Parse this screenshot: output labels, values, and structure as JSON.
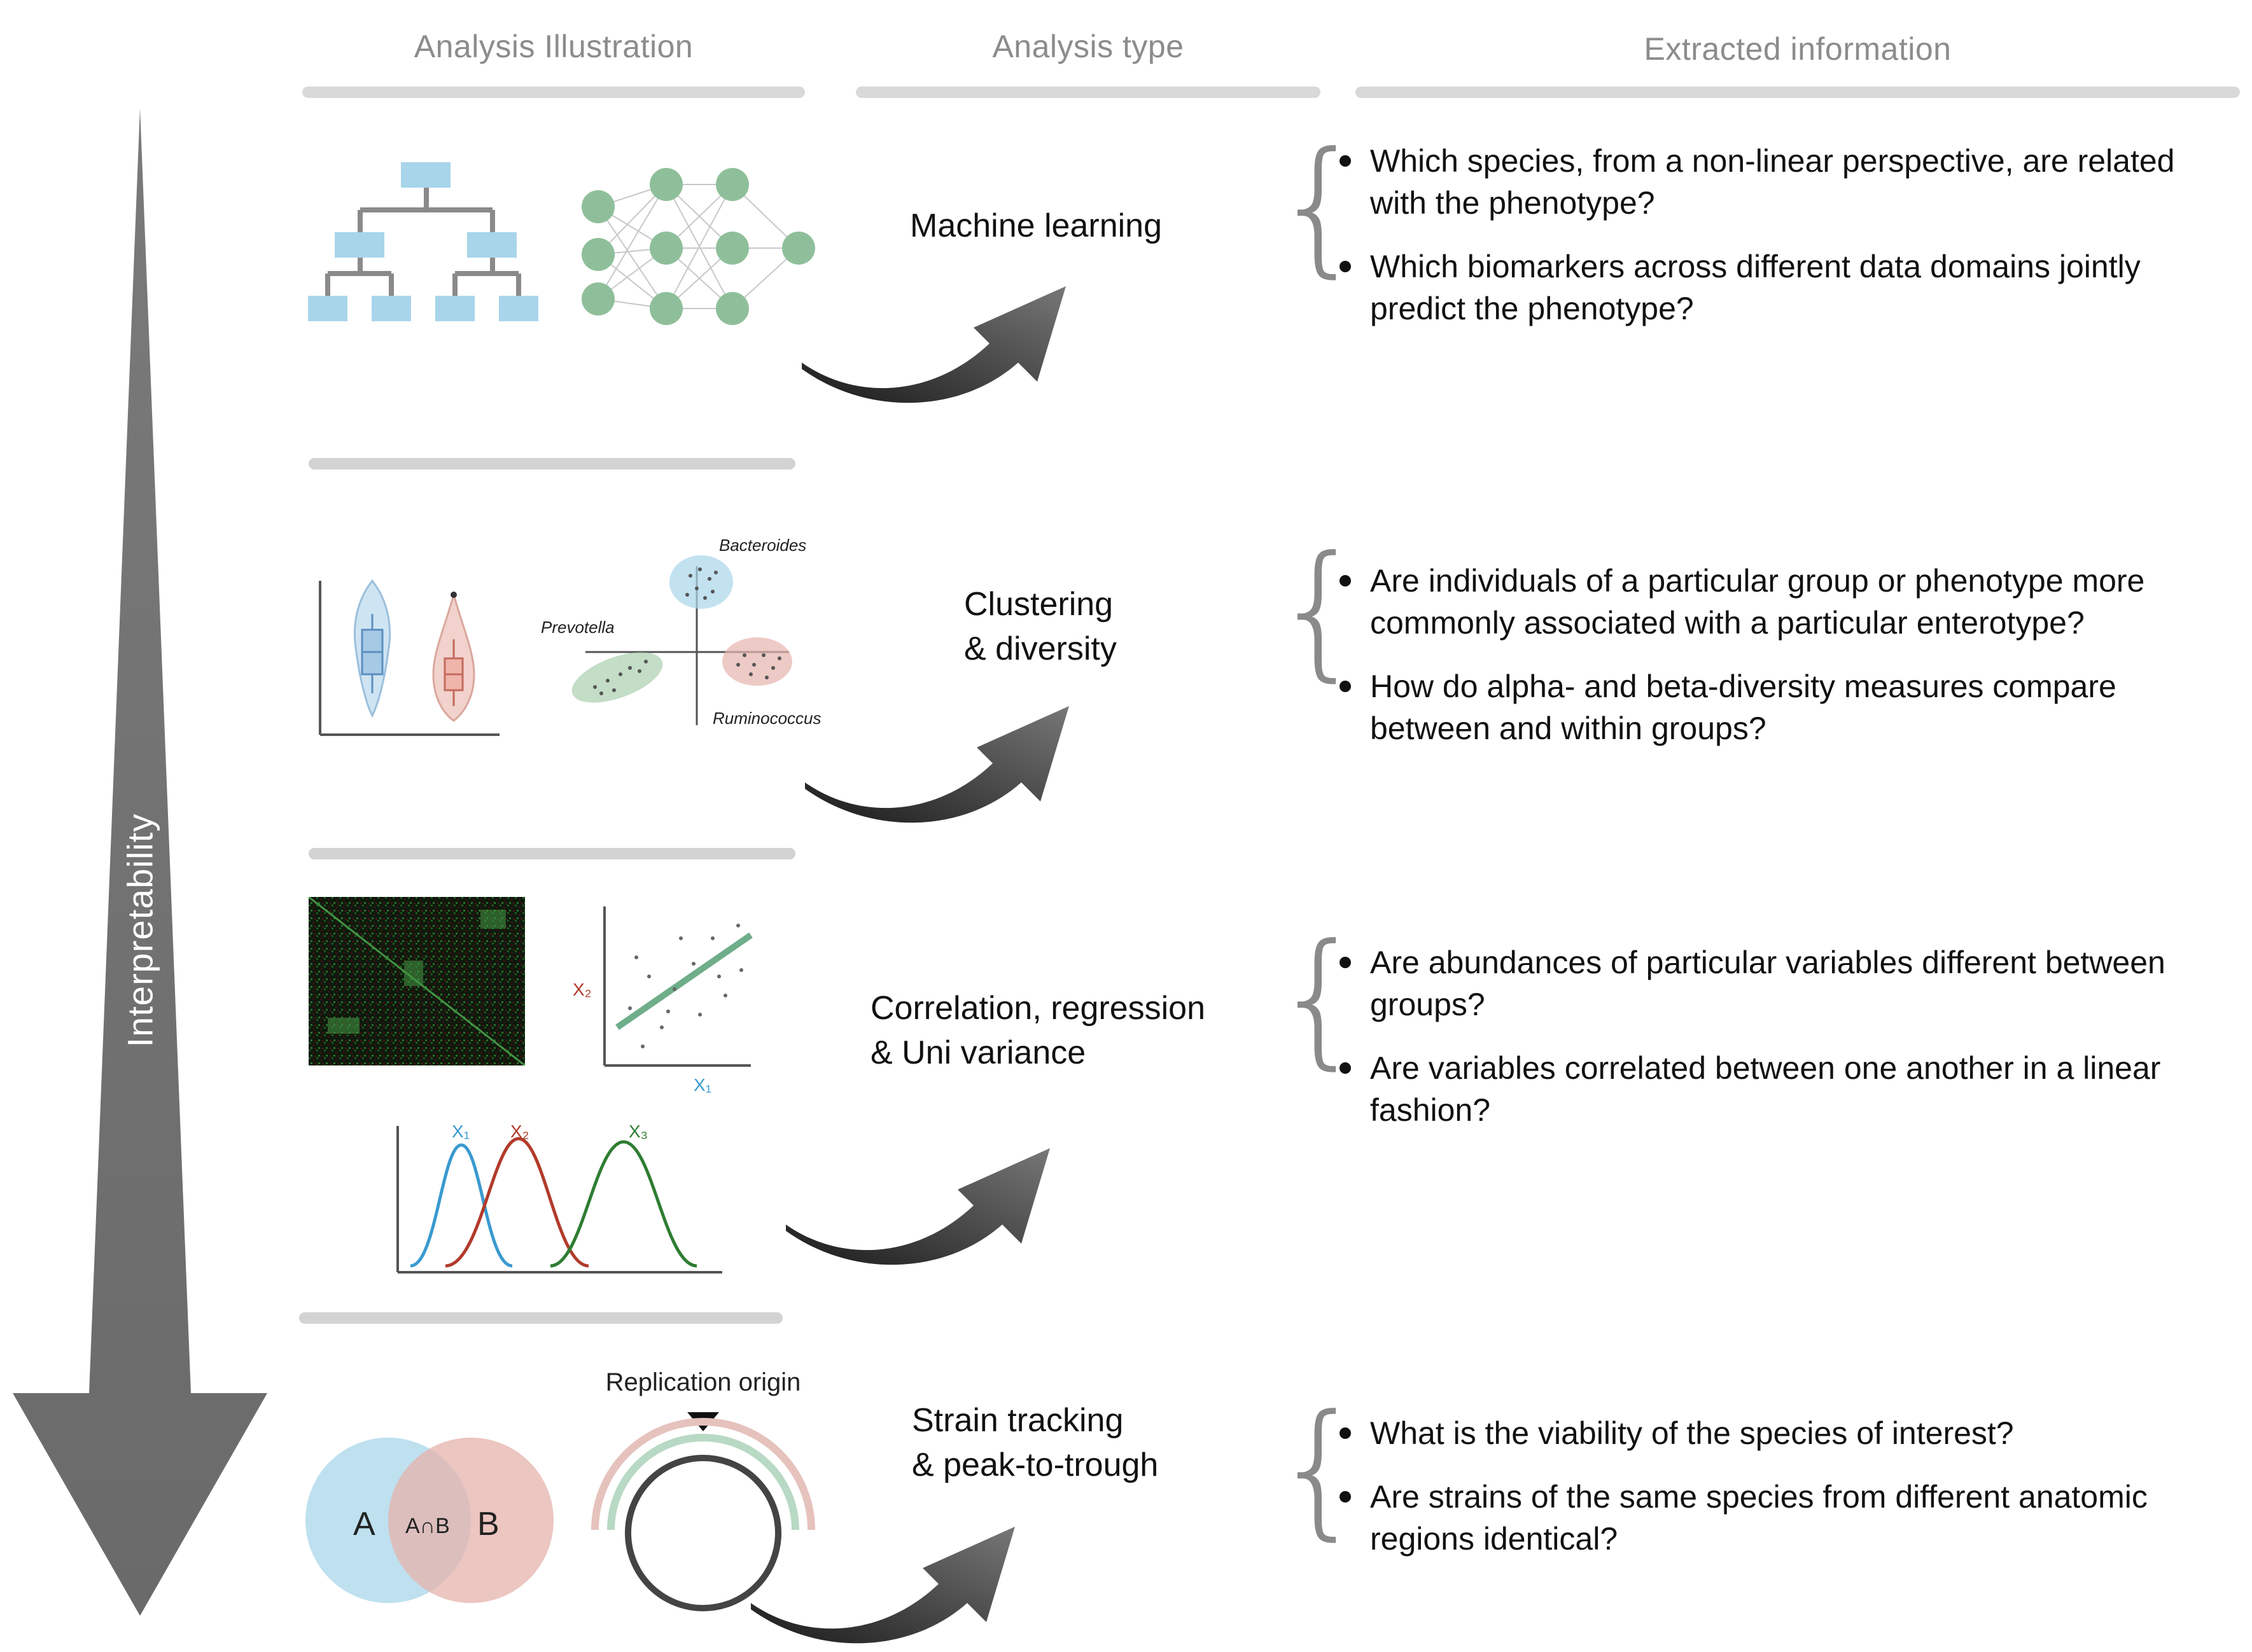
{
  "headers": {
    "illustration": "Analysis Illustration",
    "type": "Analysis type",
    "info": "Extracted information"
  },
  "axis_label": "Interpretability",
  "rows": [
    {
      "type_lines": [
        "Machine learning"
      ],
      "questions": [
        "Which species, from a non-linear perspective, are related with the phenotype?",
        "Which biomarkers across different data domains jointly predict the phenotype?"
      ]
    },
    {
      "type_lines": [
        "Clustering",
        "& diversity"
      ],
      "questions": [
        "Are individuals of a particular group or phenotype more commonly associated with a particular enterotype?",
        "How do alpha- and beta-diversity measures compare between and within groups?"
      ]
    },
    {
      "type_lines": [
        "Correlation, regression",
        "& Uni variance"
      ],
      "questions": [
        "Are abundances of particular variables different between groups?",
        "Are variables correlated between one another in a linear fashion?"
      ]
    },
    {
      "type_lines": [
        "Strain tracking",
        "& peak-to-trough"
      ],
      "questions": [
        "What is the viability of the species of interest?",
        "Are strains of the same species from different anatomic regions identical?"
      ]
    }
  ],
  "illustration_labels": {
    "bacteroides": "Bacteroides",
    "prevotella": "Prevotella",
    "ruminococcus": "Ruminococcus",
    "x1": "X₁",
    "x2": "X₂",
    "x3": "X₃",
    "venn_a": "A",
    "venn_ab": "A∩B",
    "venn_b": "B",
    "replication_origin": "Replication origin"
  },
  "colors": {
    "light_blue": "#a8d5ea",
    "green_node": "#8fbf9a",
    "arrow_grey": "#6b6b6b",
    "pink": "#e7b9b3",
    "teal_line": "#6fae8a"
  }
}
